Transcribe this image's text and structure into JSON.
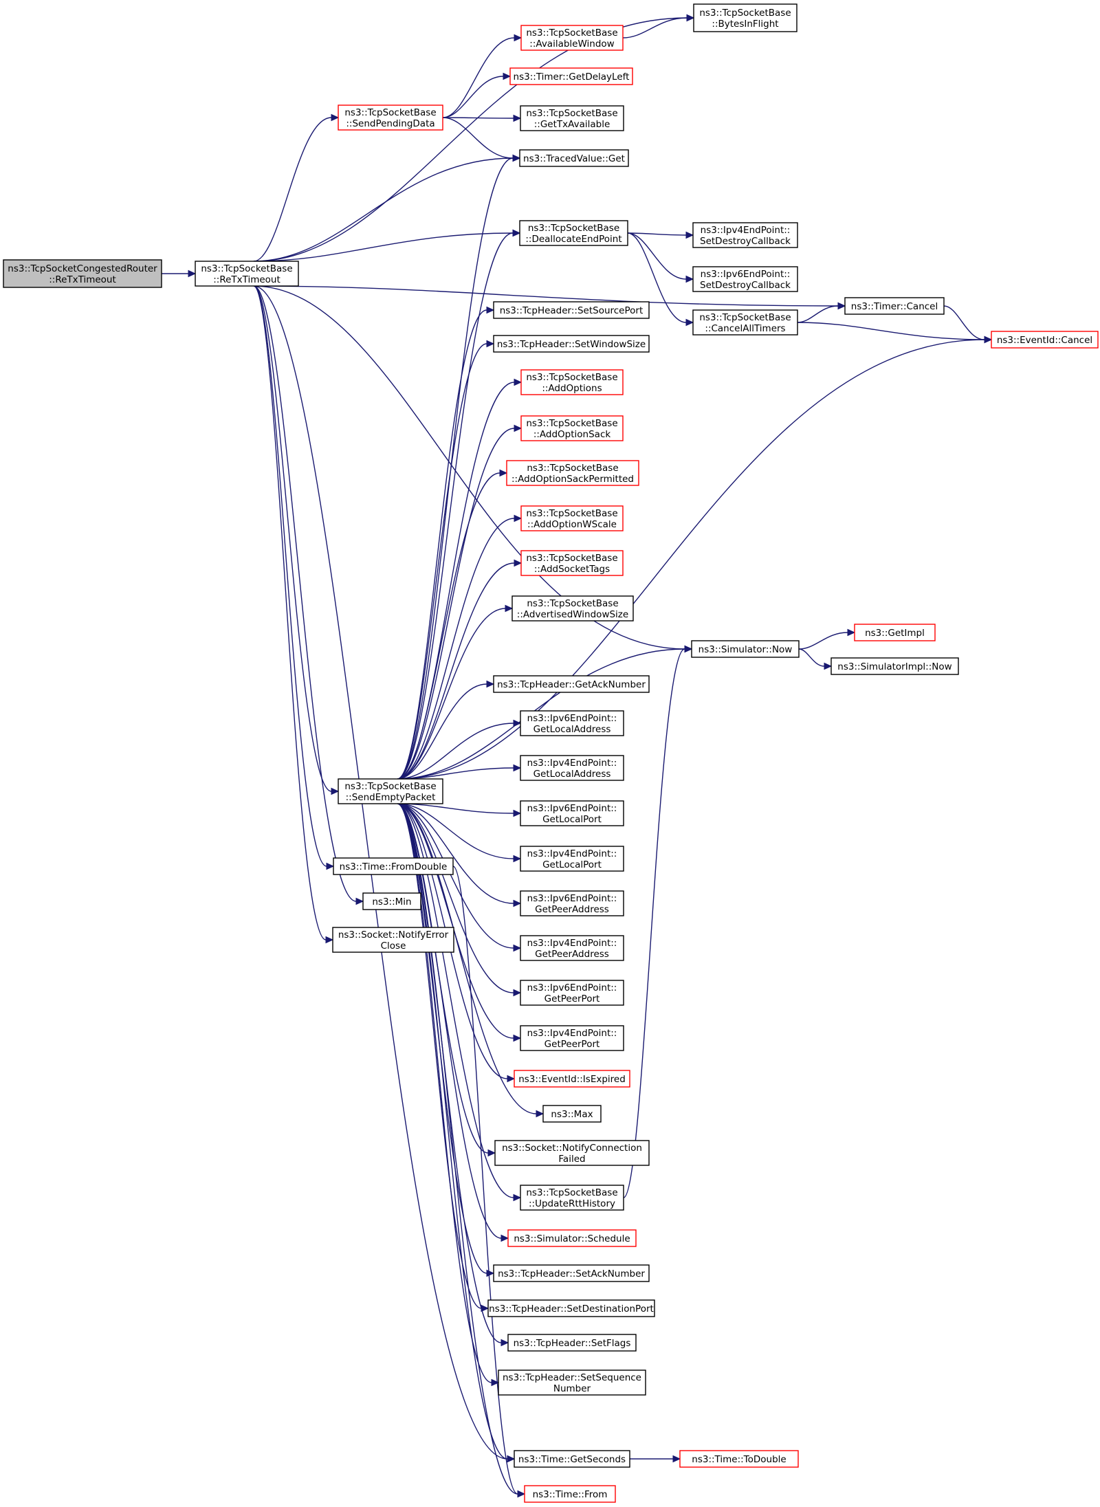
{
  "nodes": [
    {
      "id": "root",
      "lines": [
        "ns3::TcpSocketCongestedRouter",
        "::ReTxTimeout"
      ],
      "border": "black",
      "highlight": true
    },
    {
      "id": "retx",
      "lines": [
        "ns3::TcpSocketBase",
        "::ReTxTimeout"
      ],
      "border": "black"
    },
    {
      "id": "sendpending",
      "lines": [
        "ns3::TcpSocketBase",
        "::SendPendingData"
      ],
      "border": "red"
    },
    {
      "id": "availwin",
      "lines": [
        "ns3::TcpSocketBase",
        "::AvailableWindow"
      ],
      "border": "red"
    },
    {
      "id": "bytesinflight",
      "lines": [
        "ns3::TcpSocketBase",
        "::BytesInFlight"
      ],
      "border": "black"
    },
    {
      "id": "getdelayleft",
      "lines": [
        "ns3::Timer::GetDelayLeft"
      ],
      "border": "red"
    },
    {
      "id": "gettxavail",
      "lines": [
        "ns3::TcpSocketBase",
        "::GetTxAvailable"
      ],
      "border": "black"
    },
    {
      "id": "tracedget",
      "lines": [
        "ns3::TracedValue::Get"
      ],
      "border": "black"
    },
    {
      "id": "dealloc",
      "lines": [
        "ns3::TcpSocketBase",
        "::DeallocateEndPoint"
      ],
      "border": "black"
    },
    {
      "id": "ipv4destroy",
      "lines": [
        "ns3::Ipv4EndPoint::",
        "SetDestroyCallback"
      ],
      "border": "black"
    },
    {
      "id": "ipv6destroy",
      "lines": [
        "ns3::Ipv6EndPoint::",
        "SetDestroyCallback"
      ],
      "border": "black"
    },
    {
      "id": "cancelall",
      "lines": [
        "ns3::TcpSocketBase",
        "::CancelAllTimers"
      ],
      "border": "black"
    },
    {
      "id": "timercancel",
      "lines": [
        "ns3::Timer::Cancel"
      ],
      "border": "black"
    },
    {
      "id": "eventcancel",
      "lines": [
        "ns3::EventId::Cancel"
      ],
      "border": "red"
    },
    {
      "id": "setsrcport",
      "lines": [
        "ns3::TcpHeader::SetSourcePort"
      ],
      "border": "black"
    },
    {
      "id": "setwinsize",
      "lines": [
        "ns3::TcpHeader::SetWindowSize"
      ],
      "border": "black"
    },
    {
      "id": "addoptions",
      "lines": [
        "ns3::TcpSocketBase",
        "::AddOptions"
      ],
      "border": "red"
    },
    {
      "id": "addsack",
      "lines": [
        "ns3::TcpSocketBase",
        "::AddOptionSack"
      ],
      "border": "red"
    },
    {
      "id": "addsackperm",
      "lines": [
        "ns3::TcpSocketBase",
        "::AddOptionSackPermitted"
      ],
      "border": "red"
    },
    {
      "id": "addwscale",
      "lines": [
        "ns3::TcpSocketBase",
        "::AddOptionWScale"
      ],
      "border": "red"
    },
    {
      "id": "addtags",
      "lines": [
        "ns3::TcpSocketBase",
        "::AddSocketTags"
      ],
      "border": "red"
    },
    {
      "id": "advwin",
      "lines": [
        "ns3::TcpSocketBase",
        "::AdvertisedWindowSize"
      ],
      "border": "black"
    },
    {
      "id": "simnow",
      "lines": [
        "ns3::Simulator::Now"
      ],
      "border": "black"
    },
    {
      "id": "getimpl",
      "lines": [
        "ns3::GetImpl"
      ],
      "border": "red"
    },
    {
      "id": "simimplnow",
      "lines": [
        "ns3::SimulatorImpl::Now"
      ],
      "border": "black"
    },
    {
      "id": "getacknum",
      "lines": [
        "ns3::TcpHeader::GetAckNumber"
      ],
      "border": "black"
    },
    {
      "id": "v6localaddr",
      "lines": [
        "ns3::Ipv6EndPoint::",
        "GetLocalAddress"
      ],
      "border": "black"
    },
    {
      "id": "v4localaddr",
      "lines": [
        "ns3::Ipv4EndPoint::",
        "GetLocalAddress"
      ],
      "border": "black"
    },
    {
      "id": "sendempty",
      "lines": [
        "ns3::TcpSocketBase",
        "::SendEmptyPacket"
      ],
      "border": "black"
    },
    {
      "id": "v6localport",
      "lines": [
        "ns3::Ipv6EndPoint::",
        "GetLocalPort"
      ],
      "border": "black"
    },
    {
      "id": "v4localport",
      "lines": [
        "ns3::Ipv4EndPoint::",
        "GetLocalPort"
      ],
      "border": "black"
    },
    {
      "id": "fromdouble",
      "lines": [
        "ns3::Time::FromDouble"
      ],
      "border": "black"
    },
    {
      "id": "min",
      "lines": [
        "ns3::Min"
      ],
      "border": "black"
    },
    {
      "id": "notifyerr",
      "lines": [
        "ns3::Socket::NotifyError",
        "Close"
      ],
      "border": "black"
    },
    {
      "id": "v6peeraddr",
      "lines": [
        "ns3::Ipv6EndPoint::",
        "GetPeerAddress"
      ],
      "border": "black"
    },
    {
      "id": "v4peeraddr",
      "lines": [
        "ns3::Ipv4EndPoint::",
        "GetPeerAddress"
      ],
      "border": "black"
    },
    {
      "id": "v6peerport",
      "lines": [
        "ns3::Ipv6EndPoint::",
        "GetPeerPort"
      ],
      "border": "black"
    },
    {
      "id": "v4peerport",
      "lines": [
        "ns3::Ipv4EndPoint::",
        "GetPeerPort"
      ],
      "border": "black"
    },
    {
      "id": "isexpired",
      "lines": [
        "ns3::EventId::IsExpired"
      ],
      "border": "red"
    },
    {
      "id": "max",
      "lines": [
        "ns3::Max"
      ],
      "border": "black"
    },
    {
      "id": "notifyconn",
      "lines": [
        "ns3::Socket::NotifyConnection",
        "Failed"
      ],
      "border": "black"
    },
    {
      "id": "updatertt",
      "lines": [
        "ns3::TcpSocketBase",
        "::UpdateRttHistory"
      ],
      "border": "black"
    },
    {
      "id": "schedule",
      "lines": [
        "ns3::Simulator::Schedule"
      ],
      "border": "red"
    },
    {
      "id": "setacknum",
      "lines": [
        "ns3::TcpHeader::SetAckNumber"
      ],
      "border": "black"
    },
    {
      "id": "setdstport",
      "lines": [
        "ns3::TcpHeader::SetDestinationPort"
      ],
      "border": "black"
    },
    {
      "id": "setflags",
      "lines": [
        "ns3::TcpHeader::SetFlags"
      ],
      "border": "black"
    },
    {
      "id": "setseq",
      "lines": [
        "ns3::TcpHeader::SetSequence",
        "Number"
      ],
      "border": "black"
    },
    {
      "id": "getseconds",
      "lines": [
        "ns3::Time::GetSeconds"
      ],
      "border": "black"
    },
    {
      "id": "todouble",
      "lines": [
        "ns3::Time::ToDouble"
      ],
      "border": "red"
    },
    {
      "id": "timefrom",
      "lines": [
        "ns3::Time::From"
      ],
      "border": "red"
    }
  ],
  "edges": [
    [
      "root",
      "retx"
    ],
    [
      "retx",
      "sendpending"
    ],
    [
      "retx",
      "bytesinflight"
    ],
    [
      "retx",
      "tracedget"
    ],
    [
      "retx",
      "dealloc"
    ],
    [
      "retx",
      "timercancel"
    ],
    [
      "retx",
      "simnow"
    ],
    [
      "retx",
      "sendempty"
    ],
    [
      "retx",
      "fromdouble"
    ],
    [
      "retx",
      "min"
    ],
    [
      "retx",
      "notifyerr"
    ],
    [
      "retx",
      "getseconds"
    ],
    [
      "sendpending",
      "availwin"
    ],
    [
      "sendpending",
      "getdelayleft"
    ],
    [
      "sendpending",
      "gettxavail"
    ],
    [
      "sendpending",
      "tracedget"
    ],
    [
      "availwin",
      "bytesinflight"
    ],
    [
      "dealloc",
      "ipv4destroy"
    ],
    [
      "dealloc",
      "ipv6destroy"
    ],
    [
      "dealloc",
      "cancelall"
    ],
    [
      "cancelall",
      "timercancel"
    ],
    [
      "cancelall",
      "eventcancel"
    ],
    [
      "timercancel",
      "eventcancel"
    ],
    [
      "simnow",
      "getimpl"
    ],
    [
      "simnow",
      "simimplnow"
    ],
    [
      "sendempty",
      "tracedget"
    ],
    [
      "sendempty",
      "dealloc"
    ],
    [
      "sendempty",
      "setsrcport"
    ],
    [
      "sendempty",
      "setwinsize"
    ],
    [
      "sendempty",
      "addoptions"
    ],
    [
      "sendempty",
      "addsack"
    ],
    [
      "sendempty",
      "addsackperm"
    ],
    [
      "sendempty",
      "addwscale"
    ],
    [
      "sendempty",
      "addtags"
    ],
    [
      "sendempty",
      "advwin"
    ],
    [
      "sendempty",
      "simnow"
    ],
    [
      "sendempty",
      "getacknum"
    ],
    [
      "sendempty",
      "v6localaddr"
    ],
    [
      "sendempty",
      "v4localaddr"
    ],
    [
      "sendempty",
      "v6localport"
    ],
    [
      "sendempty",
      "v4localport"
    ],
    [
      "sendempty",
      "v6peeraddr"
    ],
    [
      "sendempty",
      "v4peeraddr"
    ],
    [
      "sendempty",
      "v6peerport"
    ],
    [
      "sendempty",
      "v4peerport"
    ],
    [
      "sendempty",
      "isexpired"
    ],
    [
      "sendempty",
      "max"
    ],
    [
      "sendempty",
      "notifyconn"
    ],
    [
      "sendempty",
      "updatertt"
    ],
    [
      "sendempty",
      "schedule"
    ],
    [
      "sendempty",
      "setacknum"
    ],
    [
      "sendempty",
      "setdstport"
    ],
    [
      "sendempty",
      "setflags"
    ],
    [
      "sendempty",
      "setseq"
    ],
    [
      "sendempty",
      "eventcancel"
    ],
    [
      "sendempty",
      "getseconds"
    ],
    [
      "sendempty",
      "timefrom"
    ],
    [
      "updatertt",
      "simnow"
    ],
    [
      "fromdouble",
      "timefrom"
    ],
    [
      "getseconds",
      "todouble"
    ]
  ]
}
